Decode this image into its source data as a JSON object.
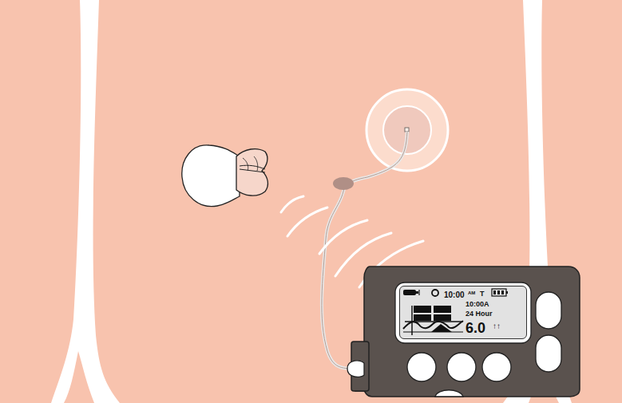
{
  "diagram": {
    "nodes": [
      {
        "text": [
          "10:00",
          "AM",
          "T",
          "10:00A",
          "24 Hour",
          "6.0",
          "↑↑"
        ]
      }
    ]
  }
}
